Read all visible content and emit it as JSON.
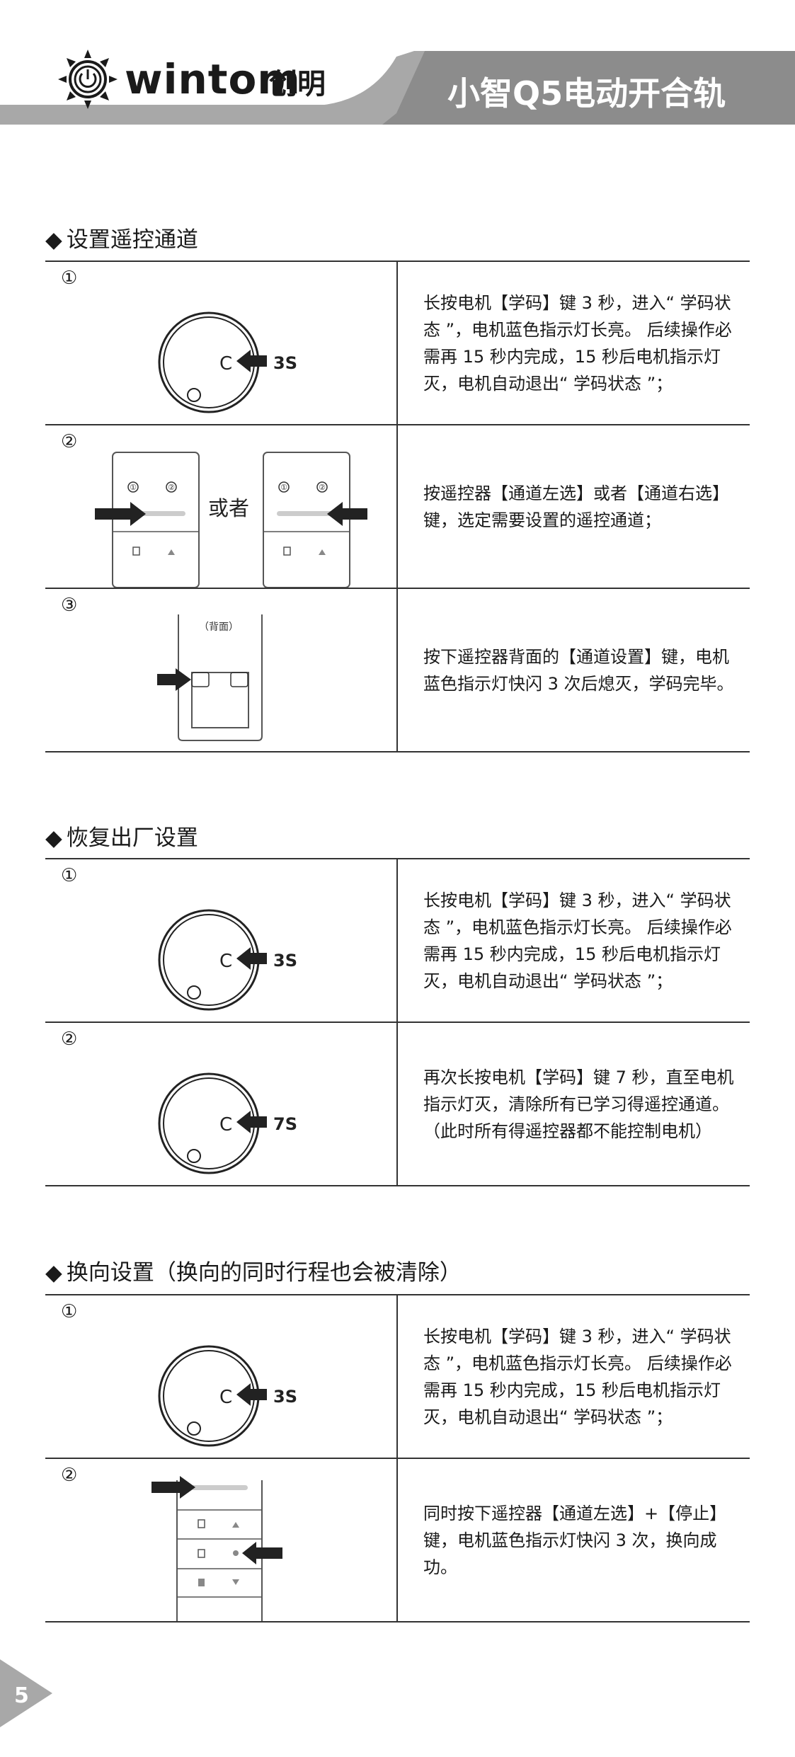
{
  "header": {
    "brand_text": "wintom",
    "brand_cn": "创明",
    "product_title": "小智Q5电动开合轨",
    "colors": {
      "bar": "#a8a8a8",
      "dark_bar": "#8c8c8c",
      "text_dark": "#1a1a1a"
    }
  },
  "icons": {
    "logo": "sun-gear-logo-icon",
    "pointer": "arrow-pointer-icon"
  },
  "sections": [
    {
      "title": "设置遥控通道",
      "rows": [
        {
          "num": "①",
          "time_label": "3S",
          "text": "长按电机【学码】键 3 秒，进入“ 学码状态 ”，电机蓝色指示灯长亮。 后续操作必需再 15 秒内完成，15 秒后电机指示灯灭，电机自动退出“ 学码状态 ”；"
        },
        {
          "num": "②",
          "or_label": "或者",
          "remote_labels": [
            "①",
            "②"
          ],
          "text": "按遥控器【通道左选】或者【通道右选】键，选定需要设置的遥控通道；"
        },
        {
          "num": "③",
          "back_label": "（背面）",
          "text": "按下遥控器背面的【通道设置】键，电机蓝色指示灯快闪 3 次后熄灭，学码完毕。"
        }
      ]
    },
    {
      "title": "恢复出厂设置",
      "rows": [
        {
          "num": "①",
          "time_label": "3S",
          "text": "长按电机【学码】键 3 秒，进入“ 学码状态 ”，电机蓝色指示灯长亮。 后续操作必需再 15 秒内完成，15 秒后电机指示灯灭，电机自动退出“ 学码状态 ”；"
        },
        {
          "num": "②",
          "time_label": "7S",
          "text": "再次长按电机【学码】键 7 秒，直至电机指示灯灭，清除所有已学习得遥控通道。（此时所有得遥控器都不能控制电机）"
        }
      ]
    },
    {
      "title": "换向设置（换向的同时行程也会被清除）",
      "rows": [
        {
          "num": "①",
          "time_label": "3S",
          "text": "长按电机【学码】键 3 秒，进入“ 学码状态 ”，电机蓝色指示灯长亮。 后续操作必需再 15 秒内完成，15 秒后电机指示灯灭，电机自动退出“ 学码状态 ”；"
        },
        {
          "num": "②",
          "text": "同时按下遥控器【通道左选】+【停止】键，电机蓝色指示灯快闪 3 次，换向成功。"
        }
      ]
    }
  ],
  "page_number": "5"
}
